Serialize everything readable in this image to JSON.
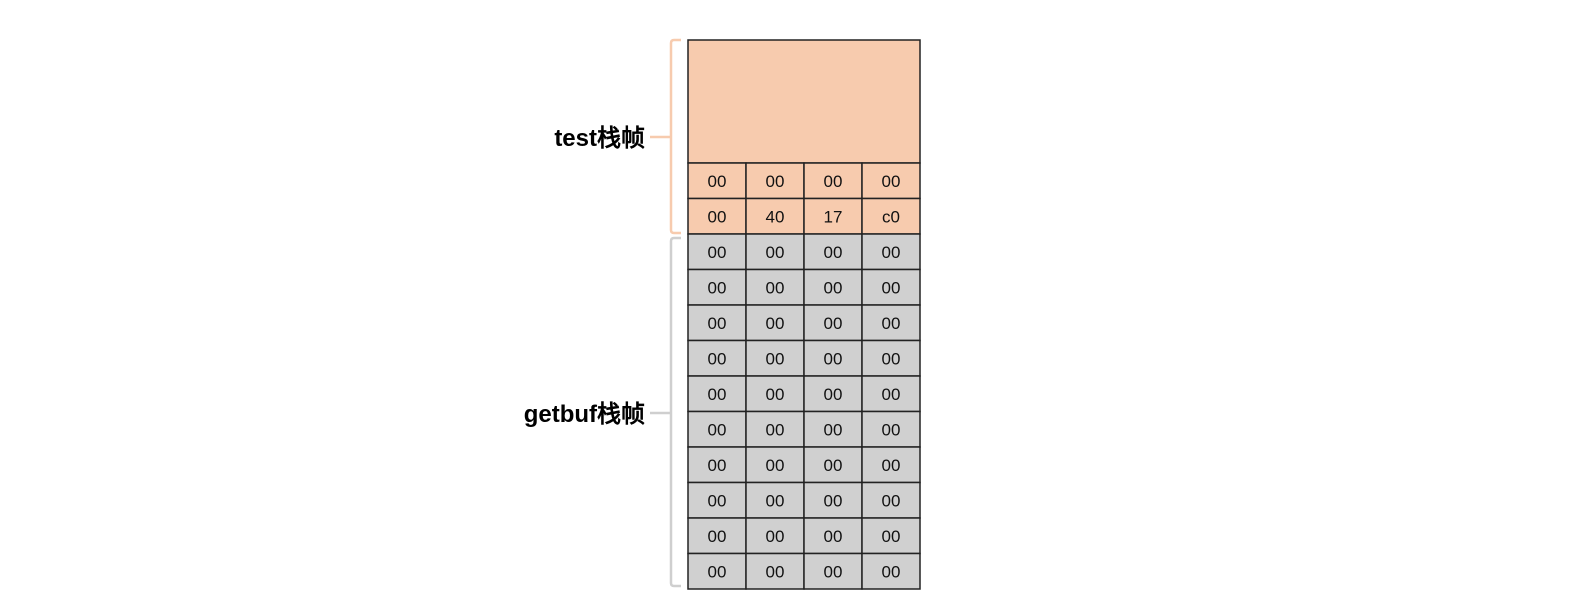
{
  "frames": [
    {
      "id": "test",
      "label": "test栈帧",
      "color": "#F7CBAE",
      "bracket_color": "#F7CBAE",
      "rows": [
        [
          "00",
          "00",
          "00",
          "00"
        ],
        [
          "00",
          "40",
          "17",
          "c0"
        ]
      ]
    },
    {
      "id": "getbuf",
      "label": "getbuf栈帧",
      "color": "#D0D0D0",
      "bracket_color": "#CFCFCF",
      "rows": [
        [
          "00",
          "00",
          "00",
          "00"
        ],
        [
          "00",
          "00",
          "00",
          "00"
        ],
        [
          "00",
          "00",
          "00",
          "00"
        ],
        [
          "00",
          "00",
          "00",
          "00"
        ],
        [
          "00",
          "00",
          "00",
          "00"
        ],
        [
          "00",
          "00",
          "00",
          "00"
        ],
        [
          "00",
          "00",
          "00",
          "00"
        ],
        [
          "00",
          "00",
          "00",
          "00"
        ],
        [
          "00",
          "00",
          "00",
          "00"
        ],
        [
          "00",
          "00",
          "00",
          "00"
        ]
      ]
    }
  ],
  "colors": {
    "border": "#222222",
    "text": "#111111"
  }
}
